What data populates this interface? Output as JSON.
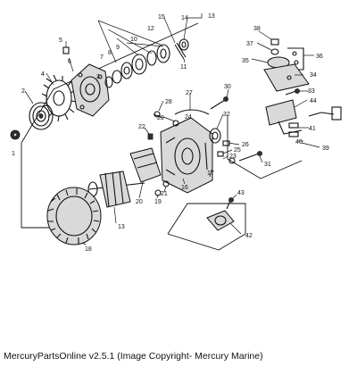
{
  "diagram": {
    "callouts": {
      "c1": "1",
      "c2": "2",
      "c3": "3",
      "c4": "4",
      "c5": "5",
      "c6": "6",
      "c7": "7",
      "c8": "8",
      "c9": "9",
      "c10": "10",
      "c11": "11",
      "c12": "12",
      "c13a": "13",
      "c13b": "13",
      "c14": "14",
      "c15": "15",
      "c16": "16",
      "c17": "17",
      "c18": "18",
      "c19": "19",
      "c20": "20",
      "c21": "21",
      "c22": "22",
      "c23": "23",
      "c24": "24",
      "c25": "25",
      "c26": "26",
      "c27": "27",
      "c28": "28",
      "c29": "29",
      "c30": "30",
      "c31": "31",
      "c32": "32",
      "c33": "33",
      "c34": "34",
      "c35": "35",
      "c36": "36",
      "c37": "37",
      "c38": "38",
      "c39": "39",
      "c40": "40",
      "c41": "41",
      "c42": "42",
      "c43": "43",
      "c44": "44"
    }
  },
  "footer": {
    "copyright": "MercuryPartsOnline v2.5.1 (Image Copyright- Mercury Marine)"
  }
}
